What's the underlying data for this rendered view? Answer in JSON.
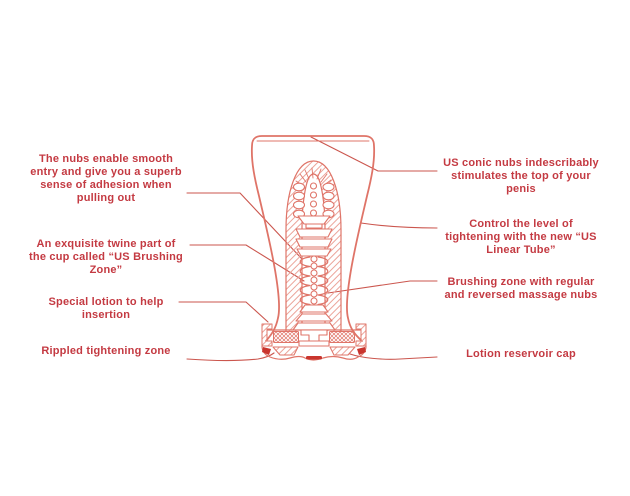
{
  "figure": {
    "type": "annotated-product-cross-section-diagram",
    "left_labels": [
      {
        "id": "nubs-adhesion",
        "text": "The nubs enable smooth\nentry and give you a superb\nsense of adhesion when\npulling out"
      },
      {
        "id": "us-brushing-zone",
        "text": "An exquisite twine part of\nthe cup called “US Brushing\nZone”"
      },
      {
        "id": "special-lotion",
        "text": "Special lotion to help\ninsertion"
      },
      {
        "id": "rippled-tightening-zone",
        "text": "Rippled tightening zone"
      }
    ],
    "right_labels": [
      {
        "id": "us-conic-nubs",
        "text": "US conic nubs indescribably\nstimulates the top of your\npenis"
      },
      {
        "id": "us-linear-tube",
        "text": "Control the level of\ntightening with the new “US\nLinear Tube”"
      },
      {
        "id": "brushing-zone",
        "text": "Brushing zone with regular\nand reversed massage nubs"
      },
      {
        "id": "lotion-reservoir-cap",
        "text": "Lotion reservoir cap"
      }
    ],
    "illustration": "cup-cross-section"
  },
  "colors": {
    "background": "#ffffff",
    "label_text": "#c43a42",
    "outline": "#df7468",
    "leader_line": "#cb564e",
    "hatch": "#eba49a",
    "solid_accent": "#c9352e"
  }
}
